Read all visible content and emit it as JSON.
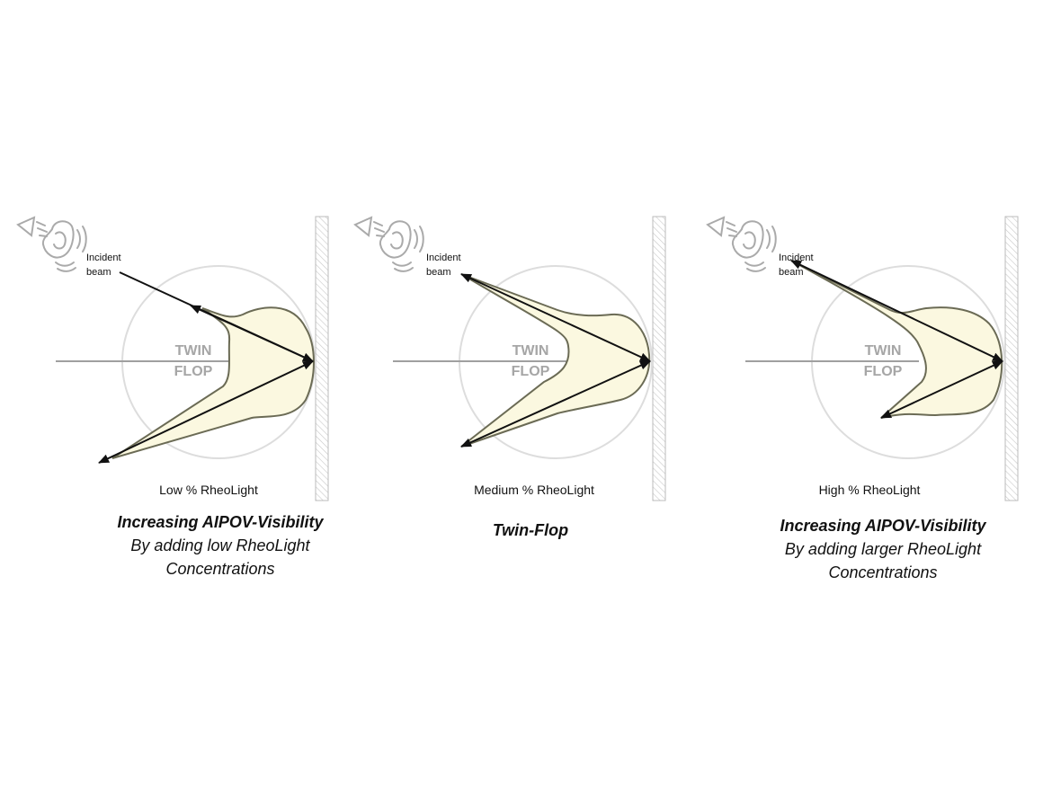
{
  "panels": [
    {
      "incident_label_1": "Incident",
      "incident_label_2": "beam",
      "twin": "TWIN",
      "flop": "FLOP",
      "caption": "Low % RheoLight",
      "title": "Increasing AIPOV-Visibility",
      "subtitle_1": "By adding low RheoLight",
      "subtitle_2": "Concentrations"
    },
    {
      "incident_label_1": "Incident",
      "incident_label_2": "beam",
      "twin": "TWIN",
      "flop": "FLOP",
      "caption": "Medium % RheoLight",
      "title": "Twin-Flop"
    },
    {
      "incident_label_1": "Incident",
      "incident_label_2": "beam",
      "twin": "TWIN",
      "flop": "FLOP",
      "caption": "High % RheoLight",
      "title": "Increasing AIPOV-Visibility",
      "subtitle_1": "By adding larger RheoLight",
      "subtitle_2": "Concentrations"
    }
  ],
  "colors": {
    "lobe_fill": "#fbf8e0",
    "lobe_stroke": "#6b6b55",
    "circle": "#dddddd",
    "icon": "#aaaaaa",
    "twin_flop_text": "#a6a6a6"
  }
}
